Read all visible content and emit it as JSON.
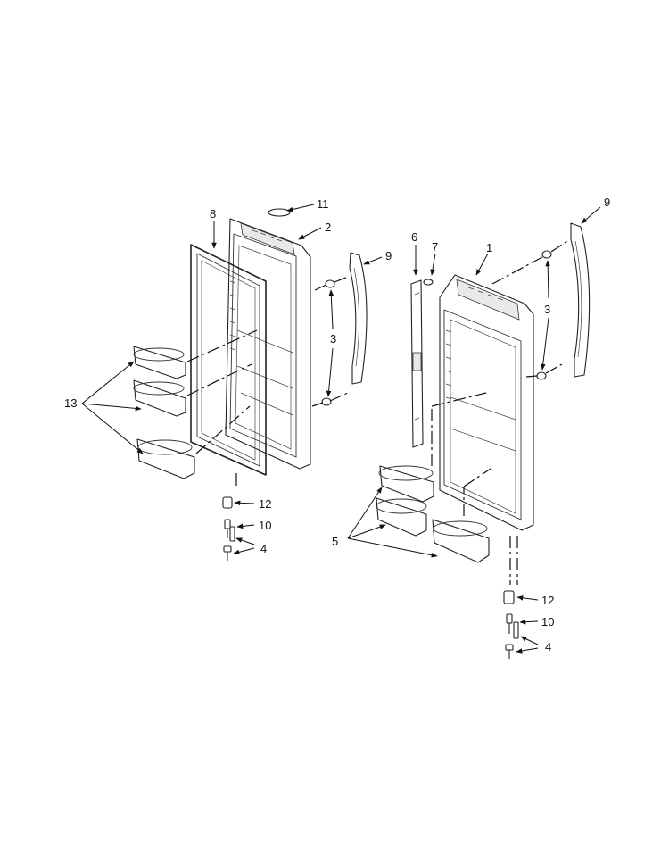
{
  "diagram": {
    "callouts": {
      "c1": "1",
      "c2": "2",
      "c3_left": "3",
      "c3_right": "3",
      "c4_left": "4",
      "c4_right": "4",
      "c5": "5",
      "c6": "6",
      "c7": "7",
      "c8": "8",
      "c9_left": "9",
      "c9_right": "9",
      "c10_left": "10",
      "c10_right": "10",
      "c11": "11",
      "c12_left": "12",
      "c12_right": "12",
      "c13": "13"
    }
  }
}
